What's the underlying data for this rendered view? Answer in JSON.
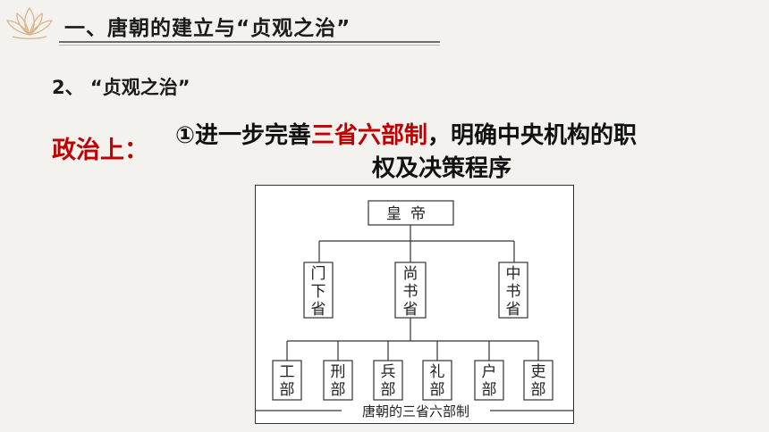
{
  "header": {
    "title": "一、唐朝的建立与“贞观之治”"
  },
  "section": {
    "heading": "2、 “贞观之治”"
  },
  "politics": {
    "label": "政治上：",
    "point_prefix": "①进一步完善",
    "point_highlight": "三省六部制",
    "point_suffix": "，明确中央机构的职",
    "point_line2": "权及决策程序"
  },
  "diagram": {
    "emperor": "皇帝",
    "provinces": [
      {
        "name": "门下省"
      },
      {
        "name": "尚书省"
      },
      {
        "name": "中书省"
      }
    ],
    "ministries": [
      "工部",
      "刑部",
      "兵部",
      "礼部",
      "户部",
      "吏部"
    ],
    "caption": "唐朝的三省六部制"
  },
  "colors": {
    "highlight": "#c00000",
    "text": "#111111",
    "background": "#f3f2ee"
  }
}
